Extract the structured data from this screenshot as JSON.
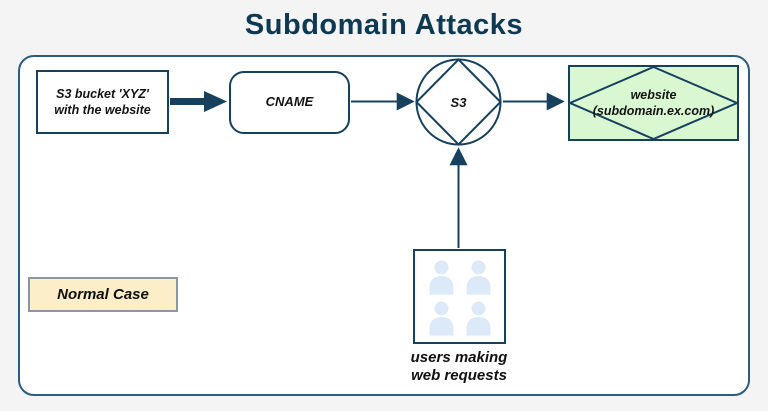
{
  "title": "Subdomain Attacks",
  "colors": {
    "background": "#f4f4f5",
    "title_text": "#0d3a52",
    "shape_border": "#16405e",
    "container_border": "#2d5c80",
    "website_fill": "#d9f7d0",
    "legend_fill": "#fbeec9",
    "legend_border": "#8a97a3",
    "person_icon": "#dce9f9",
    "node_text": "#141414"
  },
  "nodes": {
    "s3_bucket": {
      "label": "S3 bucket 'XYZ' with the website"
    },
    "cname": {
      "label": "CNAME"
    },
    "s3": {
      "label": "S3"
    },
    "website": {
      "line1": "website",
      "line2": "(subdomain.ex.com)"
    },
    "users": {
      "caption_line1": "users making",
      "caption_line2": "web requests",
      "person_icon_count": 4
    }
  },
  "legend": {
    "label": "Normal Case"
  }
}
